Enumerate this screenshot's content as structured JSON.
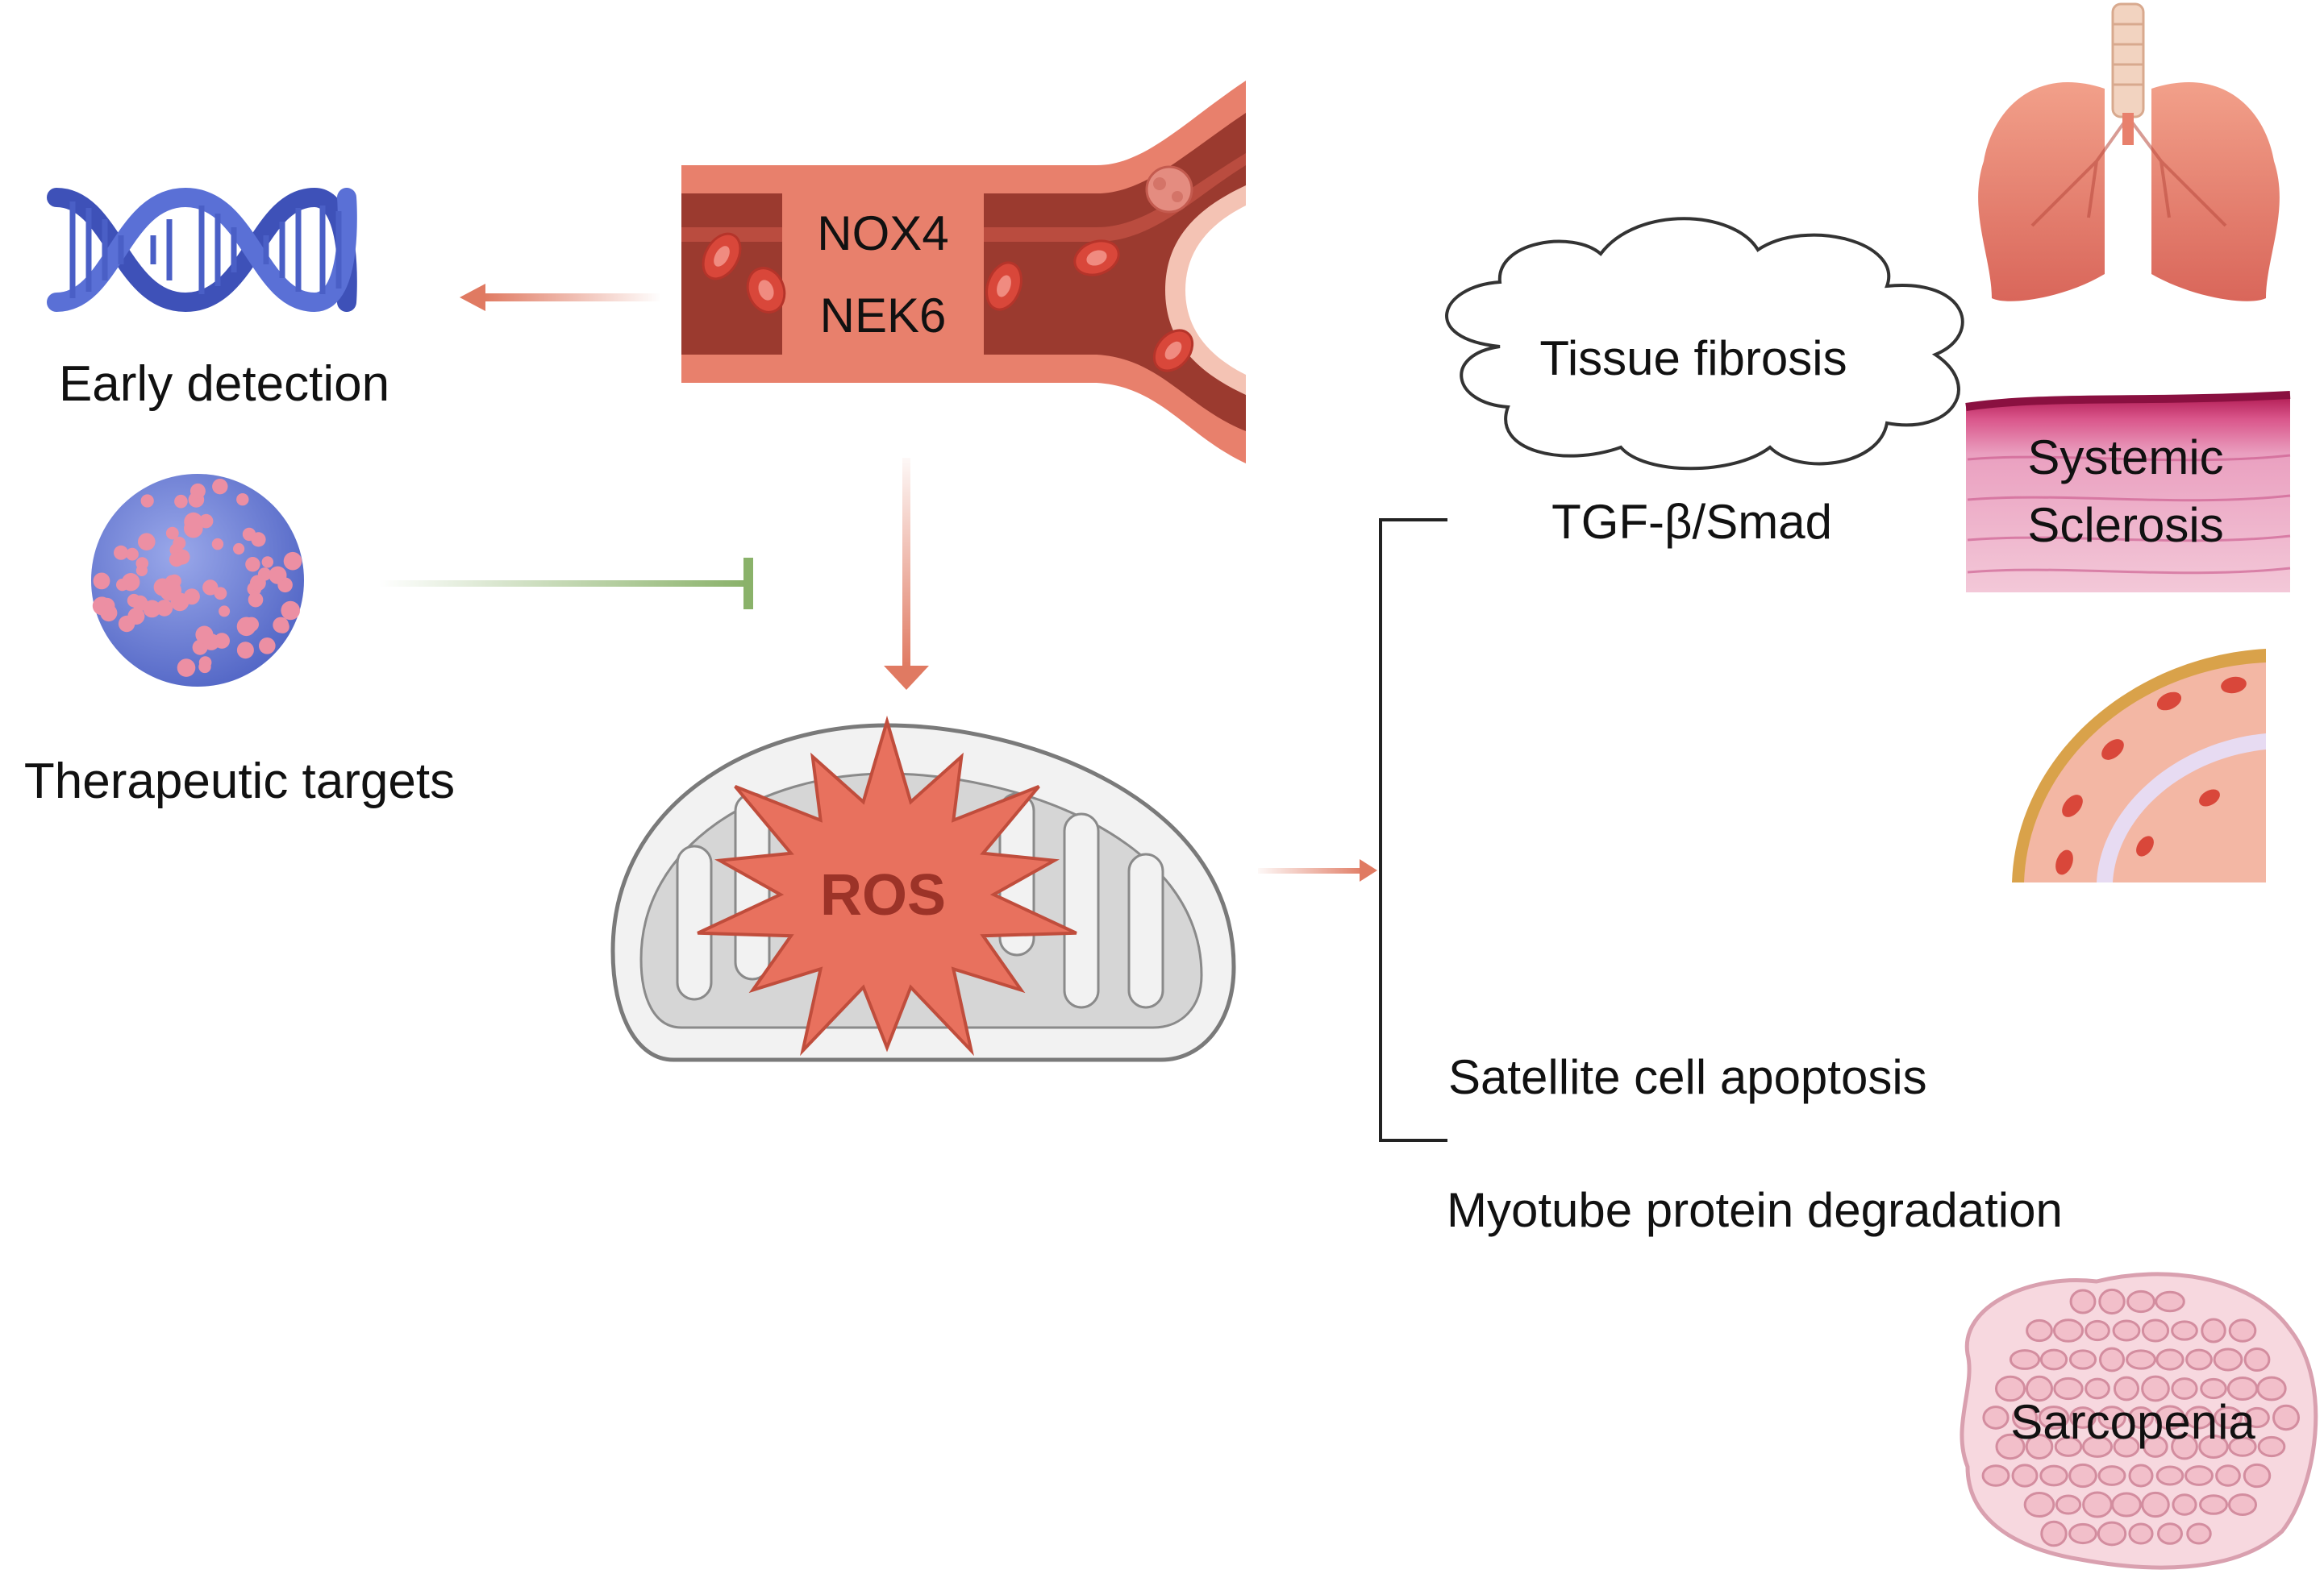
{
  "labels": {
    "nox4": "NOX4",
    "nek6": "NEK6",
    "early_detection": "Early detection",
    "therapeutic_targets": "Therapeutic targets",
    "ros": "ROS",
    "tissue_fibrosis": "Tissue fibrosis",
    "tgf_smad": "TGF-β/Smad",
    "systemic_line1": "Systemic",
    "systemic_line2": "Sclerosis",
    "satellite": "Satellite cell apoptosis",
    "myotube": "Myotube protein degradation",
    "sarcopenia": "Sarcopenia"
  },
  "colors": {
    "vessel_outer": "#e8806c",
    "vessel_inner": "#9b3a2f",
    "rbc": "#d9473a",
    "arrow_red": "#e07a62",
    "inhibit_green": "#8ab26a",
    "ros_fill": "#e8715e",
    "ros_text": "#9c3328",
    "dna_blue": "#4a5fc6",
    "nano_blue": "#6f82d8",
    "nano_pink": "#ec8fa3",
    "lung": "#e8816c",
    "skin_pink": "#e9a6c4",
    "muscle_pink": "#f2c4cf"
  },
  "icons": [
    "dna-icon",
    "nanoparticle-icon",
    "blood-vessel-icon",
    "mitochondrion-icon",
    "lungs-icon",
    "skin-tissue-icon",
    "vessel-wall-icon",
    "muscle-cross-section-icon"
  ]
}
